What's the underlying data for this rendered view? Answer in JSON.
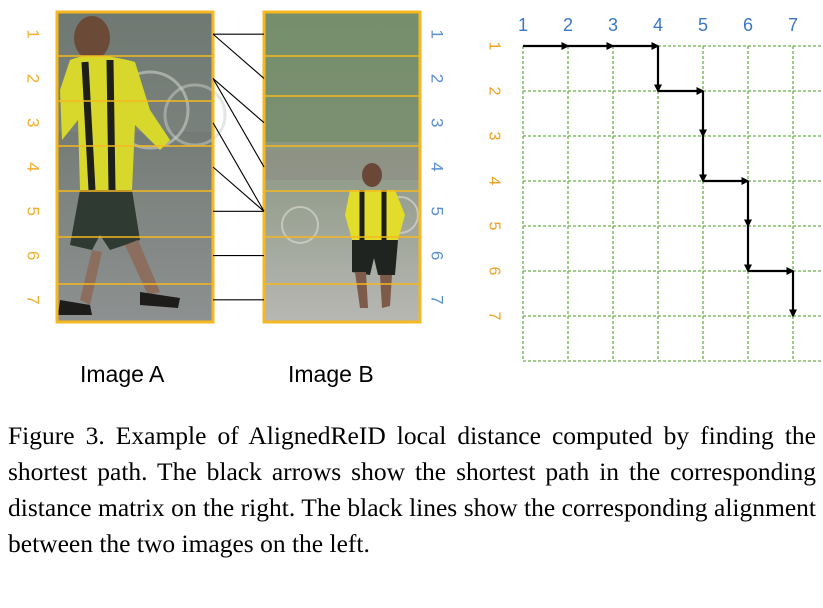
{
  "image_a": {
    "label": "Image A"
  },
  "image_b": {
    "label": "Image B"
  },
  "stripe_numbers": [
    "1",
    "2",
    "3",
    "4",
    "5",
    "6",
    "7"
  ],
  "matrix": {
    "col_labels": [
      "1",
      "2",
      "3",
      "4",
      "5",
      "6",
      "7"
    ],
    "row_labels": [
      "1",
      "2",
      "3",
      "4",
      "5",
      "6",
      "7"
    ],
    "path_label": "shortest path",
    "path": [
      [
        1,
        1
      ],
      [
        1,
        2
      ],
      [
        1,
        3
      ],
      [
        1,
        4
      ],
      [
        2,
        4
      ],
      [
        2,
        5
      ],
      [
        3,
        5
      ],
      [
        4,
        5
      ],
      [
        4,
        6
      ],
      [
        5,
        6
      ],
      [
        6,
        6
      ],
      [
        6,
        7
      ],
      [
        7,
        7
      ]
    ]
  },
  "alignment_label": "alignment lines",
  "alignment": [
    [
      1,
      1
    ],
    [
      1,
      2
    ],
    [
      2,
      3
    ],
    [
      2,
      4
    ],
    [
      3,
      5
    ],
    [
      4,
      5
    ],
    [
      5,
      5
    ],
    [
      6,
      6
    ],
    [
      7,
      7
    ]
  ],
  "caption": "Figure 3. Example of AlignedReID local distance computed by finding the shortest path. The black arrows show the shortest path in the corresponding distance matrix on the right. The black lines show the corresponding alignment between the two images on the left.",
  "colors": {
    "stripe_line": "#f5b820",
    "frame": "#f5b820",
    "number_a": "#f0b030",
    "number_b": "#5b8fd0",
    "grid": "#6ab04c",
    "col_label": "#3b78c4",
    "row_label": "#f0a020",
    "arrow": "#000000"
  }
}
